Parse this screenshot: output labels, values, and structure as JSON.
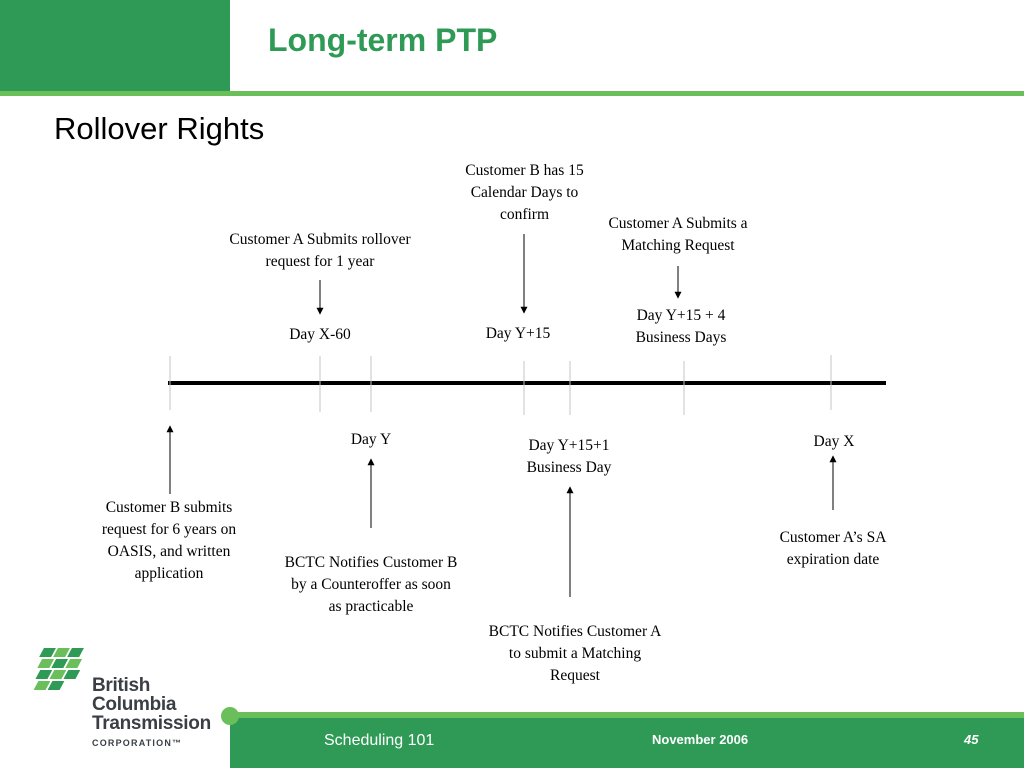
{
  "header": {
    "title": "Long-term PTP"
  },
  "subtitle": "Rollover Rights",
  "timeline": {
    "above": {
      "a_submits_rollover": "Customer A Submits rollover request for 1 year",
      "day_x_minus_60": "Day X-60",
      "b_has_15_days": "Customer B has 15 Calendar Days to confirm",
      "day_y_plus_15": "Day Y+15",
      "a_submits_matching": "Customer A Submits a Matching Request",
      "day_y15_plus_4": "Day Y+15 + 4 Business Days"
    },
    "below": {
      "day_y": "Day Y",
      "day_y15_plus_1": "Day Y+15+1 Business Day",
      "day_x": "Day X",
      "b_submits": "Customer B submits request for 6 years on OASIS, and written application",
      "bctc_notifies_b": "BCTC Notifies Customer B by a Counteroffer as soon as practicable",
      "bctc_notifies_a": "BCTC Notifies Customer A to submit a Matching Request",
      "a_sa_expiration": "Customer A’s SA expiration date"
    }
  },
  "logo": {
    "line1": "British",
    "line2": "Columbia",
    "line3": "Transmission",
    "corp": "CORPORATION™"
  },
  "footer": {
    "course": "Scheduling 101",
    "date": "November 2006",
    "page": "45"
  },
  "colors": {
    "brand_green": "#2e9a55",
    "accent_green": "#6bbf5a"
  }
}
